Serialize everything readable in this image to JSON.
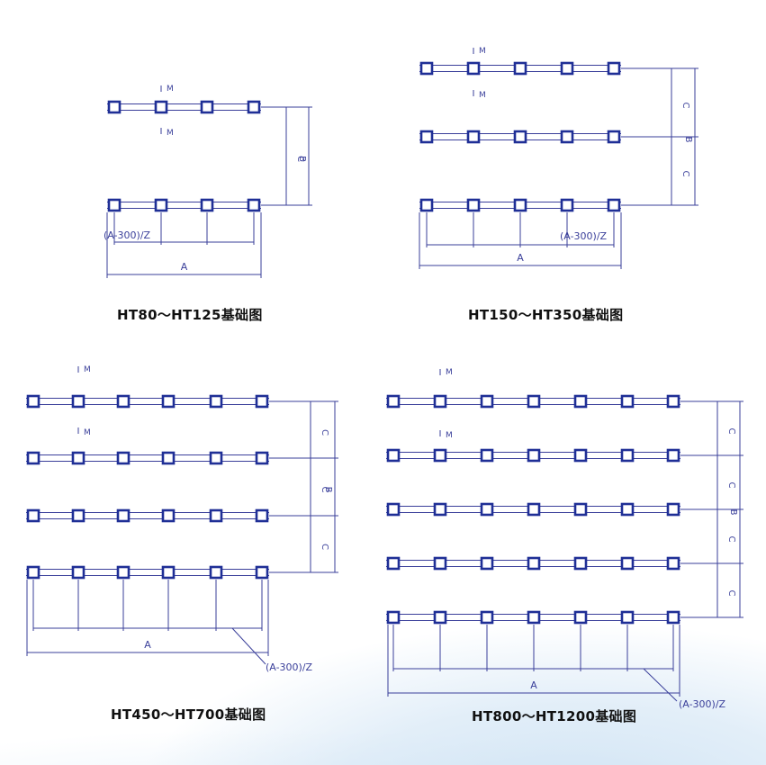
{
  "colors": {
    "line": "#3a3f9a",
    "square": "#1f2f96"
  },
  "labels": {
    "dim_a": "A",
    "dim_b": "B",
    "dim_c": "C",
    "section": "M",
    "pitch": "(A-300)/Z"
  },
  "captions": {
    "d1": "HT80～HT125基础图",
    "d2": "HT150～HT350基础图",
    "d3": "HT450～HT700基础图",
    "d4": "HT800～HT1200基础图"
  }
}
